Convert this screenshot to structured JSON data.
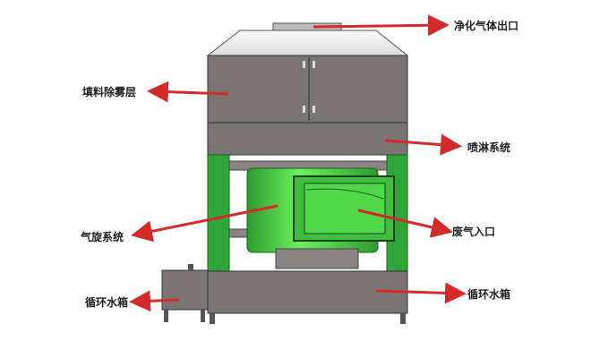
{
  "labels": {
    "outlet": "净化气体出口",
    "packing": "填料除雾层",
    "spray": "喷淋系统",
    "cyclone": "气旋系统",
    "inlet": "废气入口",
    "tank_left": "循环水箱",
    "tank_right": "循环水箱"
  },
  "colors": {
    "body": "#7a7572",
    "frame": "#2fa63a",
    "cylinder": "#4fd84a",
    "arrow": "#d42a2a"
  }
}
